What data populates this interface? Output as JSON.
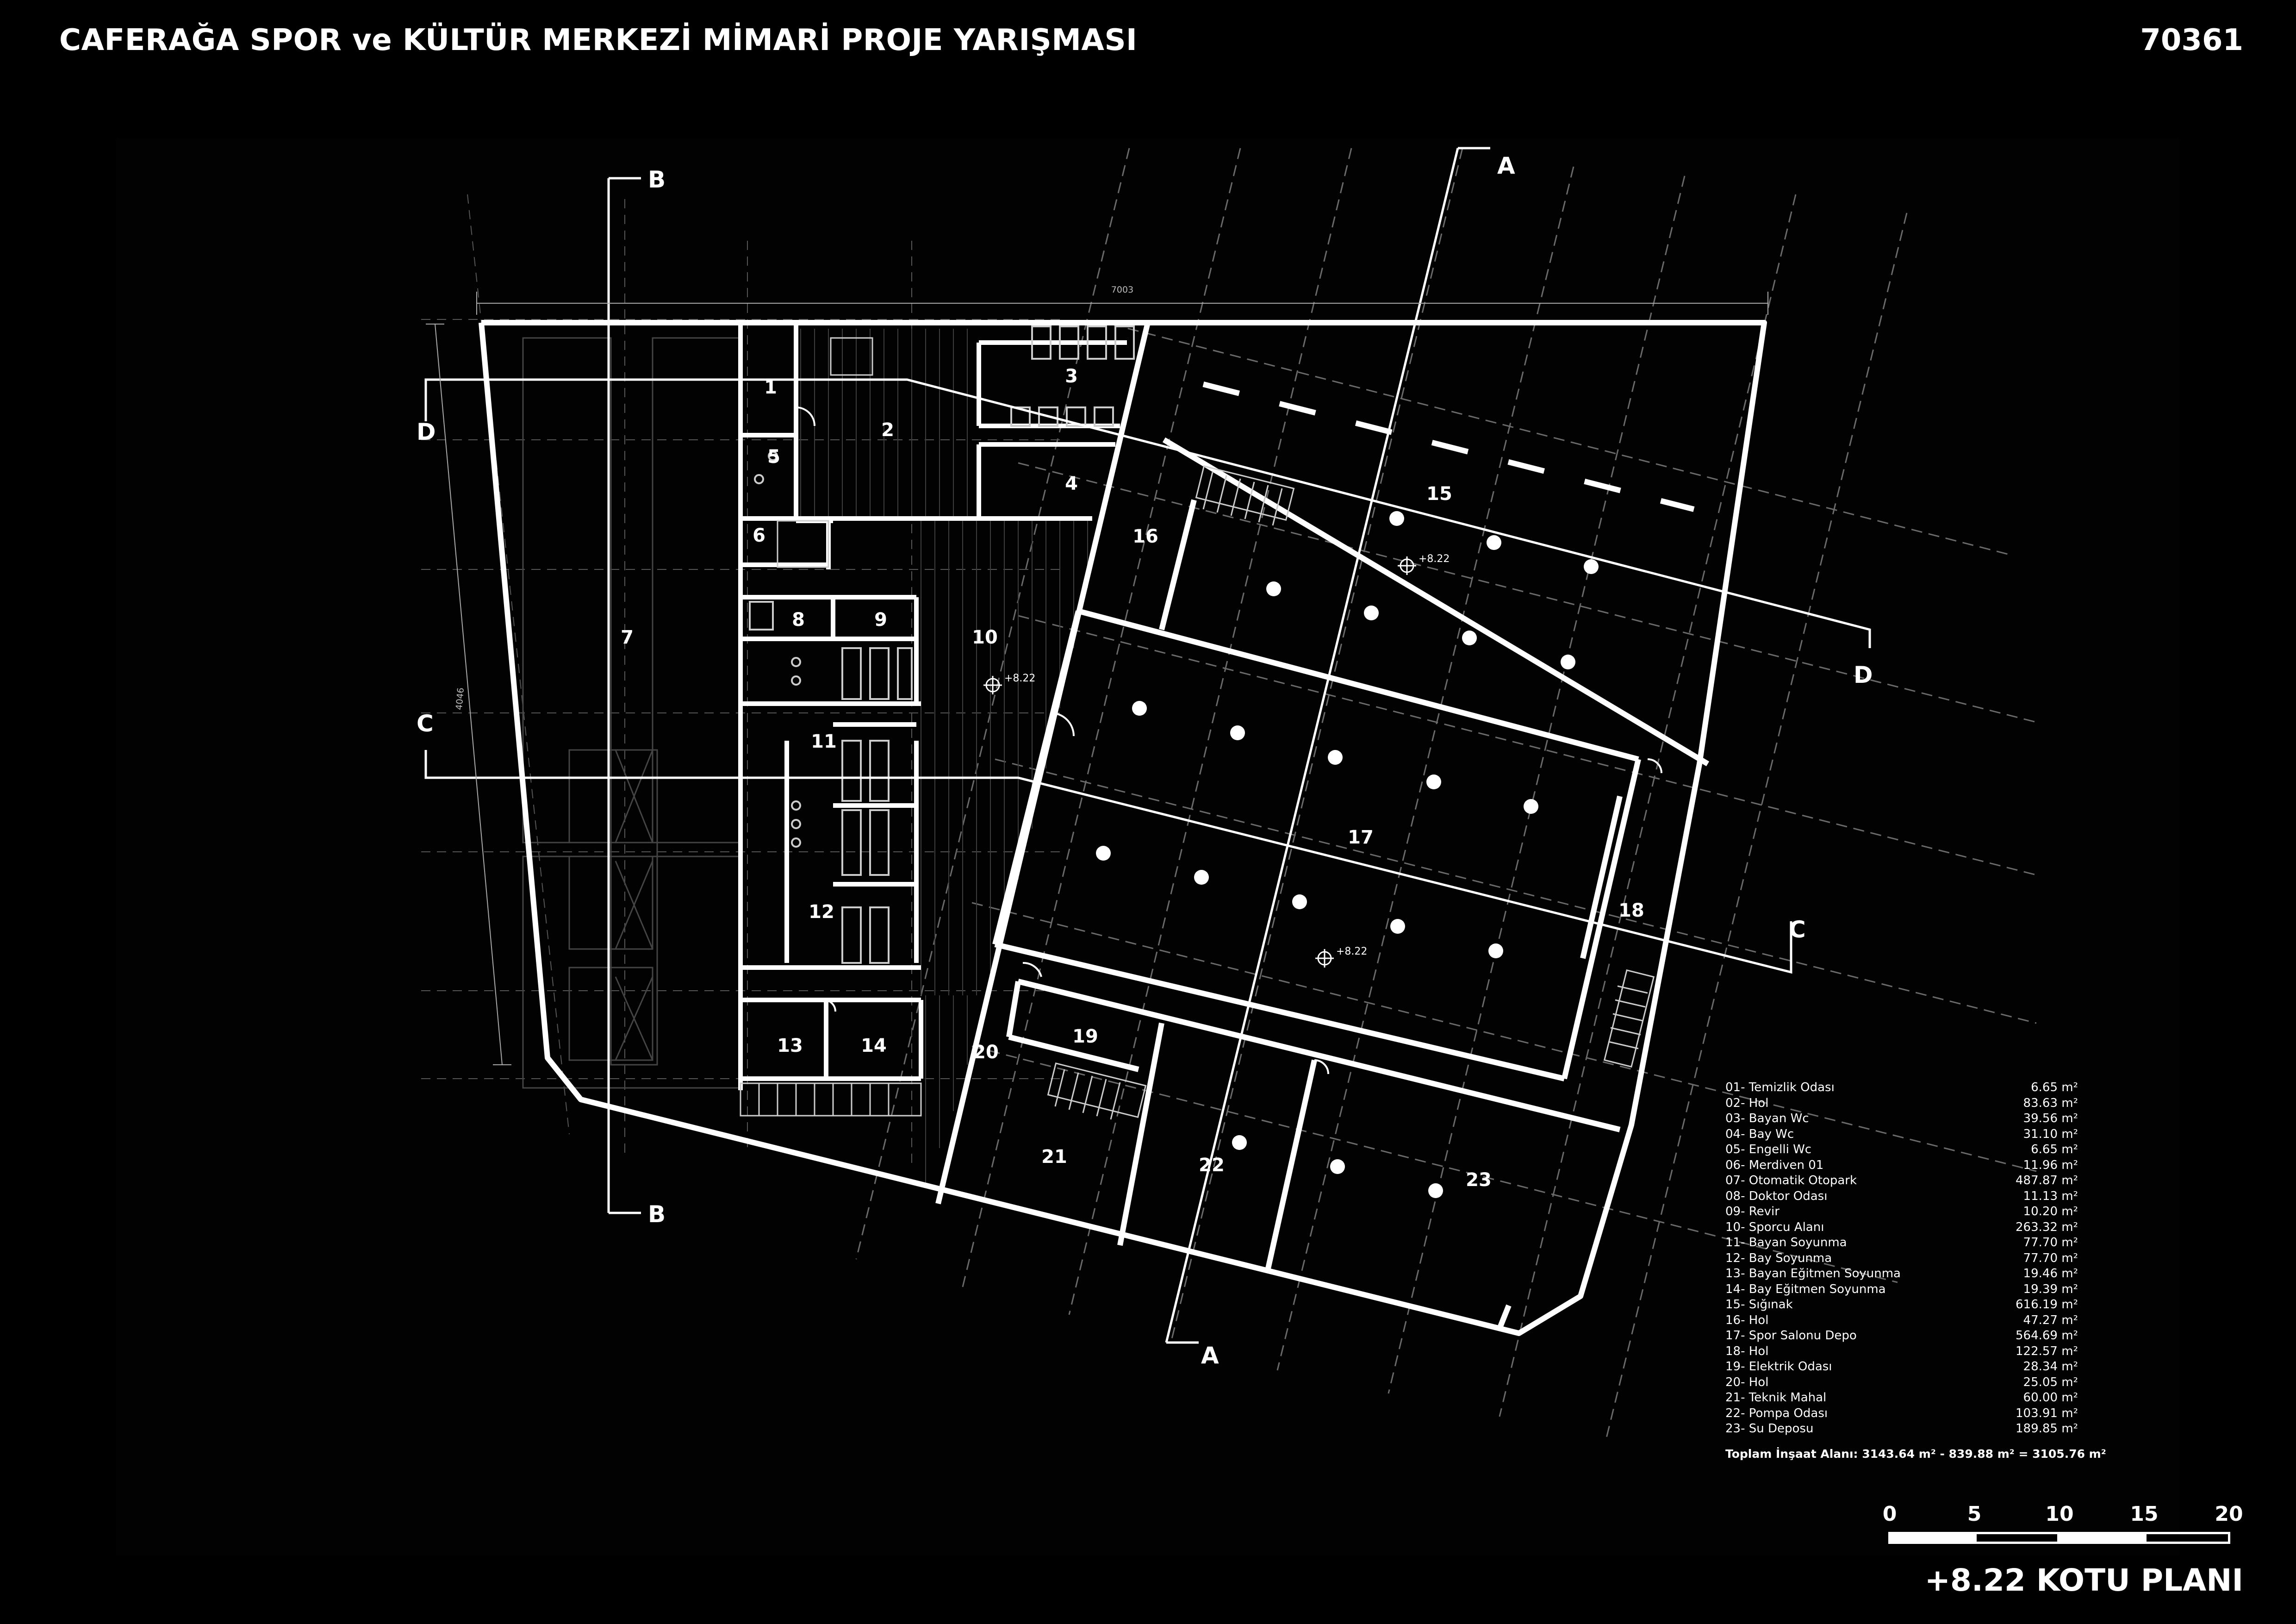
{
  "header": {
    "title": "CAFERAĞA SPOR ve KÜLTÜR MERKEZİ MİMARİ PROJE YARIŞMASI",
    "code": "70361"
  },
  "plan": {
    "dimension_top": "7003",
    "dimension_left": "4046",
    "level_marker": "+8.22",
    "rooms": [
      {
        "num": "1"
      },
      {
        "num": "2"
      },
      {
        "num": "3"
      },
      {
        "num": "4"
      },
      {
        "num": "5"
      },
      {
        "num": "6"
      },
      {
        "num": "7"
      },
      {
        "num": "8"
      },
      {
        "num": "9"
      },
      {
        "num": "10"
      },
      {
        "num": "11"
      },
      {
        "num": "12"
      },
      {
        "num": "13"
      },
      {
        "num": "14"
      },
      {
        "num": "15"
      },
      {
        "num": "16"
      },
      {
        "num": "17"
      },
      {
        "num": "18"
      },
      {
        "num": "19"
      },
      {
        "num": "20"
      },
      {
        "num": "21"
      },
      {
        "num": "22"
      },
      {
        "num": "23"
      }
    ],
    "section_labels": {
      "a": "A",
      "b": "B",
      "c": "C",
      "d": "D"
    }
  },
  "legend": {
    "items": [
      {
        "name": "01- Temizlik Odası",
        "area": "6.65 m²"
      },
      {
        "name": "02- Hol",
        "area": "83.63 m²"
      },
      {
        "name": "03- Bayan Wc",
        "area": "39.56 m²"
      },
      {
        "name": "04- Bay Wc",
        "area": "31.10 m²"
      },
      {
        "name": "05- Engelli Wc",
        "area": "6.65 m²"
      },
      {
        "name": "06- Merdiven 01",
        "area": "11.96 m²"
      },
      {
        "name": "07- Otomatik Otopark",
        "area": "487.87 m²"
      },
      {
        "name": "08- Doktor Odası",
        "area": "11.13 m²"
      },
      {
        "name": "09- Revir",
        "area": "10.20 m²"
      },
      {
        "name": "10- Sporcu Alanı",
        "area": "263.32 m²"
      },
      {
        "name": "11- Bayan Soyunma",
        "area": "77.70 m²"
      },
      {
        "name": "12- Bay Soyunma",
        "area": "77.70 m²"
      },
      {
        "name": "13- Bayan Eğitmen Soyunma",
        "area": "19.46 m²"
      },
      {
        "name": "14- Bay Eğitmen Soyunma",
        "area": "19.39 m²"
      },
      {
        "name": "15- Sığınak",
        "area": "616.19 m²"
      },
      {
        "name": "16- Hol",
        "area": "47.27 m²"
      },
      {
        "name": "17- Spor Salonu Depo",
        "area": "564.69 m²"
      },
      {
        "name": "18- Hol",
        "area": "122.57 m²"
      },
      {
        "name": "19- Elektrik Odası",
        "area": "28.34 m²"
      },
      {
        "name": "20- Hol",
        "area": "25.05 m²"
      },
      {
        "name": "21- Teknik Mahal",
        "area": "60.00 m²"
      },
      {
        "name": "22- Pompa Odası",
        "area": "103.91 m²"
      },
      {
        "name": "23- Su Deposu",
        "area": "189.85 m²"
      }
    ],
    "total": "Toplam İnşaat Alanı: 3143.64 m² - 839.88 m² = 3105.76 m²"
  },
  "scale": {
    "marks": [
      "0",
      "5",
      "10",
      "15",
      "20"
    ]
  },
  "plan_title": "+8.22 KOTU PLANI"
}
